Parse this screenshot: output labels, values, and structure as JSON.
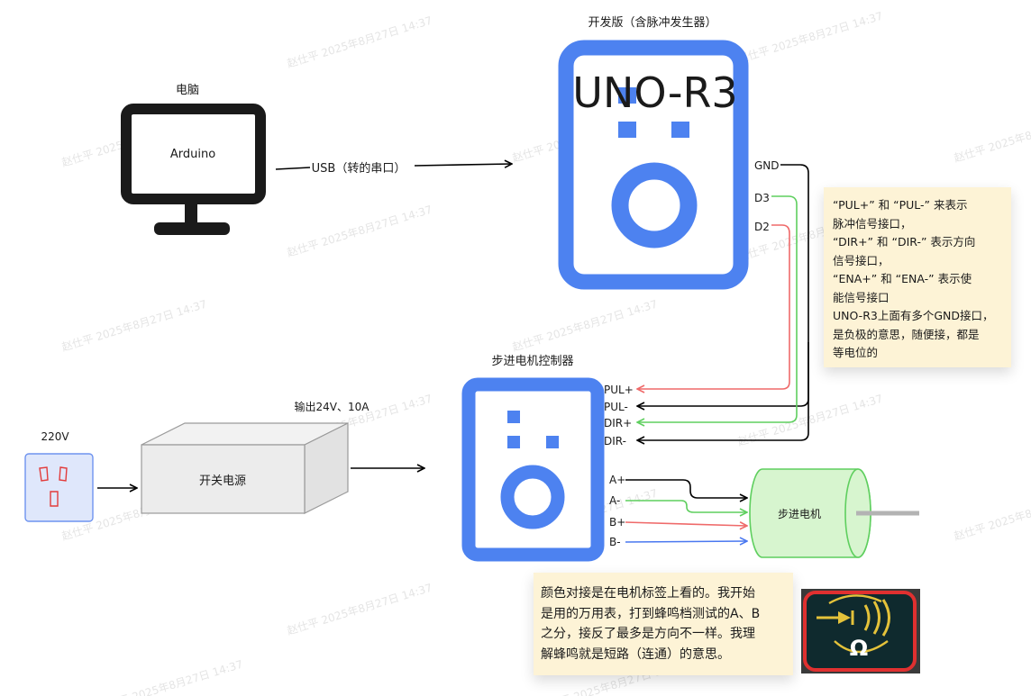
{
  "computer": {
    "title": "电脑",
    "screen_text": "Arduino"
  },
  "usb_link": {
    "label": "USB（转的串口）"
  },
  "board": {
    "title": "开发版（含脉冲发生器）",
    "model": "UNO-R3",
    "pins": [
      "GND",
      "D3",
      "D2"
    ]
  },
  "driver": {
    "title": "步进电机控制器",
    "inputs": [
      "PUL+",
      "PUL-",
      "DIR+",
      "DIR-"
    ],
    "outputs": [
      "A+",
      "A-",
      "B+",
      "B-"
    ]
  },
  "power_outlet": {
    "label": "220V"
  },
  "power_supply": {
    "label": "开关电源",
    "output": "输出24V、10A"
  },
  "motor": {
    "label": "步进电机"
  },
  "signal_note": {
    "lines": [
      "“PUL+” 和 “PUL-” 来表示",
      "脉冲信号接口，",
      "“DIR+” 和 “DIR-” 表示方向",
      "信号接口，",
      "“ENA+” 和 “ENA-” 表示使",
      "能信号接口",
      "UNO-R3上面有多个GND接口，",
      "是负极的意思，随便接，都是",
      "等电位的"
    ]
  },
  "color_note": {
    "lines": [
      "颜色对接是在电机标签上看的。我开始",
      "是用的万用表，打到蜂鸣档测试的A、B",
      "之分，接反了最多是方向不一样。我理",
      "解蜂鸣就是短路（连通）的意思。"
    ]
  },
  "watermark": "赵仕平 2025年8月27日 14:37",
  "multimeter_icon": {
    "symbol": "Ω"
  },
  "colors": {
    "board_blue": "#4d82f0",
    "wire_green": "#5fcf5f",
    "wire_red": "#ef6a6a",
    "wire_blue": "#4a78f0",
    "wire_black": "#000000",
    "note_bg": "#fdf3d6",
    "motor_fill": "#d7f5cf",
    "outlet_fill": "#dfe7fb"
  }
}
